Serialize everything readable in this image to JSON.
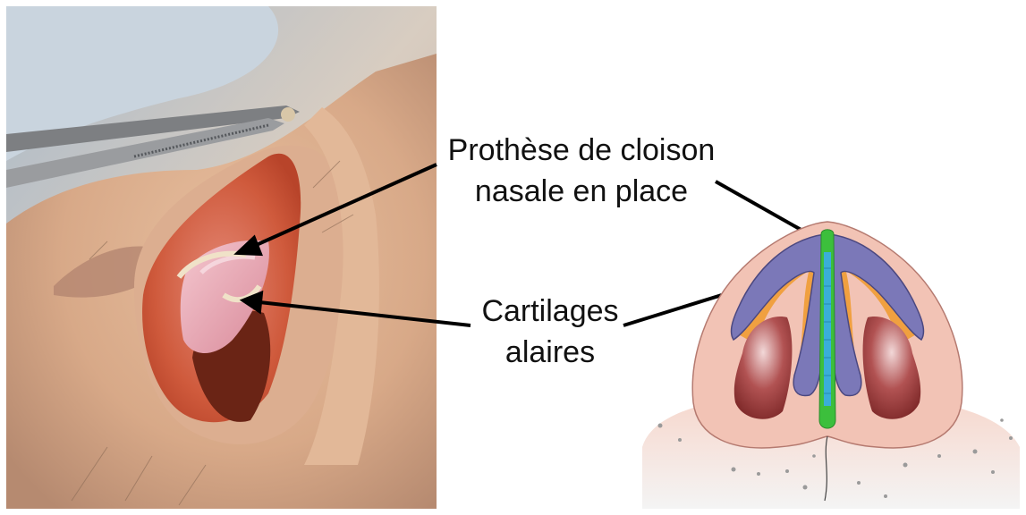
{
  "labels": {
    "prosthesis_line1": "Prothèse de cloison",
    "prosthesis_line2": "nasale en place",
    "cartilage_line1": "Cartilages",
    "cartilage_line2": "alaires"
  },
  "photo": {
    "content": "intraoperative view of nasal tip with forceps retracting nostril"
  },
  "illustration": {
    "content": "inferior view of nose showing septal prosthesis and alar cartilages",
    "colors": {
      "skin": "#f2c9bb",
      "alar_cartilage": "#7b78b8",
      "cartilage_outline": "#4b4880",
      "orange_layer": "#f0a040",
      "prosthesis": "#3aaed8",
      "septum_green": "#3cbf3c",
      "nostril": "#8a2a2a"
    }
  }
}
